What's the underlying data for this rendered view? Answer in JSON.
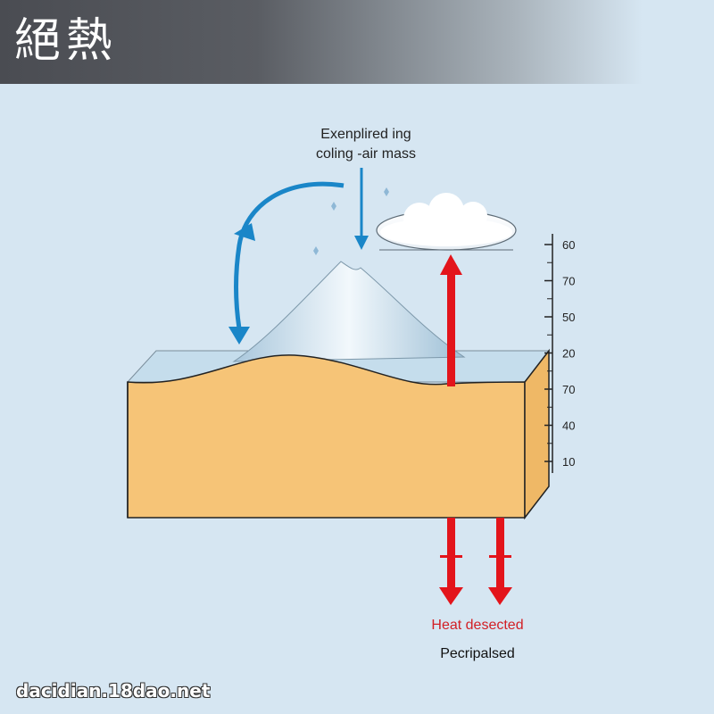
{
  "header": {
    "title": "絕熱"
  },
  "caption": {
    "line1": "Exenplired ing",
    "line2": "coling -air mass"
  },
  "scale": {
    "ticks": [
      "60",
      "70",
      "50",
      "20",
      "70",
      "40",
      "10"
    ]
  },
  "labels": {
    "heat": "Heat desected",
    "bottom": "Pecripalsed"
  },
  "watermark": "dacidian.18dao.net",
  "colors": {
    "background": "#d6e6f2",
    "ground": "#f6c477",
    "arrow_red": "#e3141b",
    "arrow_blue": "#1a86c8"
  }
}
